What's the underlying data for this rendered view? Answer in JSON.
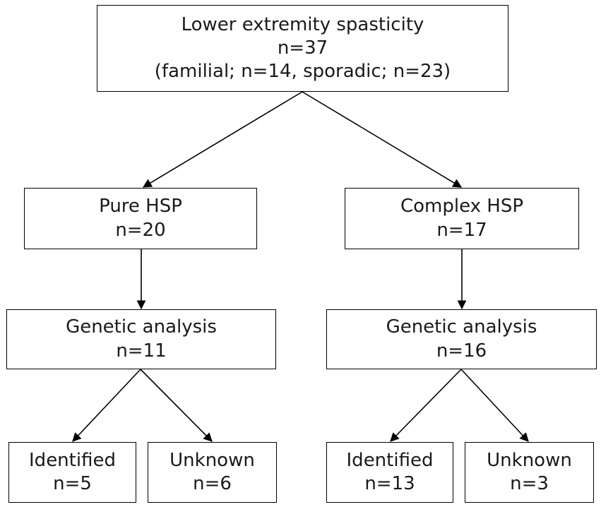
{
  "root": {
    "title": "Lower extremity spasticity",
    "count": "n=37",
    "detail": "(familial; n=14, sporadic; n=23)"
  },
  "pure": {
    "title": "Pure HSP",
    "count": "n=20",
    "genetic": {
      "title": "Genetic analysis",
      "count": "n=11"
    },
    "identified": {
      "title": "Identified",
      "count": "n=5"
    },
    "unknown": {
      "title": "Unknown",
      "count": "n=6"
    }
  },
  "complex": {
    "title": "Complex HSP",
    "count": "n=17",
    "genetic": {
      "title": "Genetic analysis",
      "count": "n=16"
    },
    "identified": {
      "title": "Identified",
      "count": "n=13"
    },
    "unknown": {
      "title": "Unknown",
      "count": "n=3"
    }
  },
  "colors": {
    "border": "#000000",
    "text": "#1a1a1a",
    "background": "#ffffff"
  }
}
